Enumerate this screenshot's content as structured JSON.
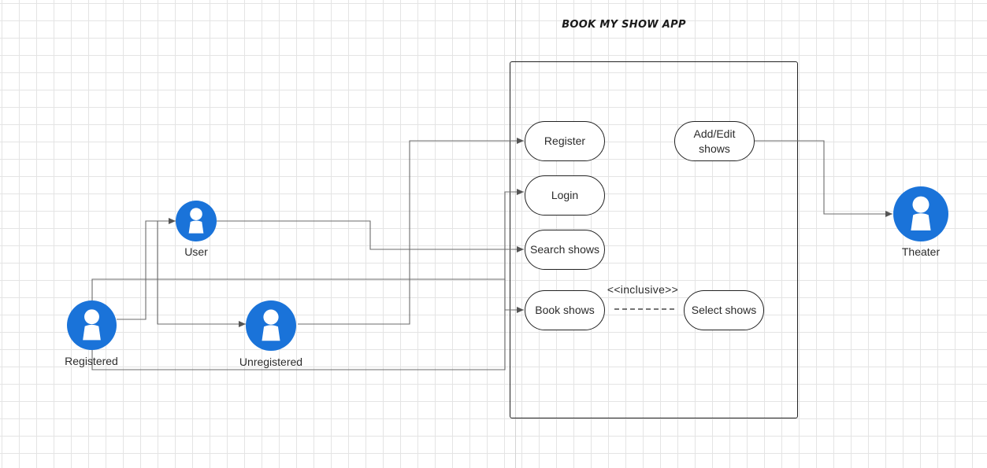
{
  "title": "BOOK MY SHOW APP",
  "actors": {
    "user": "User",
    "registered": "Registered",
    "unregistered": "Unregistered",
    "theater": "Theater"
  },
  "use_cases": {
    "register": "Register",
    "login": "Login",
    "search_shows": "Search shows",
    "book_shows": "Book shows",
    "add_edit_shows": "Add/Edit shows",
    "select_shows": "Select shows"
  },
  "relations": {
    "book_select": "<<inclusive>>"
  },
  "colors": {
    "actor_fill": "#1a73d9",
    "connector": "#6b6b6b",
    "grid": "#e4e4e4"
  }
}
